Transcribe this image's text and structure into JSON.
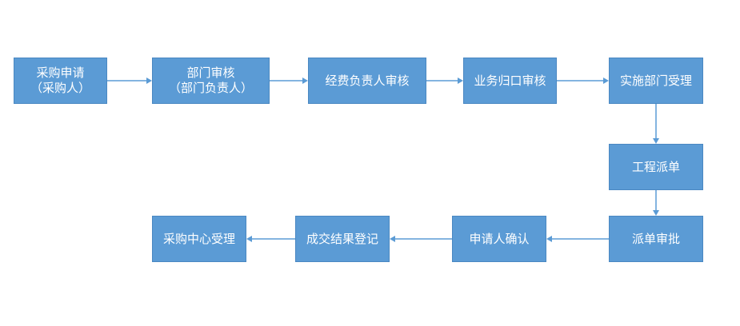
{
  "colors": {
    "box_fill": "#5b9bd5",
    "box_text": "#ffffff",
    "arrow": "#5b9bd5"
  },
  "steps": [
    {
      "id": "purchase-request",
      "lines": [
        "采购申请",
        "（采购人）"
      ]
    },
    {
      "id": "dept-review",
      "lines": [
        "部门审核",
        "（部门负责人）"
      ]
    },
    {
      "id": "budget-owner-review",
      "lines": [
        "经费负责人审核"
      ]
    },
    {
      "id": "business-review",
      "lines": [
        "业务归口审核"
      ]
    },
    {
      "id": "implementing-dept",
      "lines": [
        "实施部门受理"
      ]
    },
    {
      "id": "engineering-dispatch",
      "lines": [
        "工程派单"
      ]
    },
    {
      "id": "dispatch-approval",
      "lines": [
        "派单审批"
      ]
    },
    {
      "id": "applicant-confirm",
      "lines": [
        "申请人确认"
      ]
    },
    {
      "id": "result-registration",
      "lines": [
        "成交结果登记"
      ]
    },
    {
      "id": "procurement-center",
      "lines": [
        "采购中心受理"
      ]
    }
  ],
  "connections": [
    [
      0,
      1
    ],
    [
      1,
      2
    ],
    [
      2,
      3
    ],
    [
      3,
      4
    ],
    [
      4,
      5
    ],
    [
      5,
      6
    ],
    [
      6,
      7
    ],
    [
      7,
      8
    ],
    [
      8,
      9
    ]
  ]
}
